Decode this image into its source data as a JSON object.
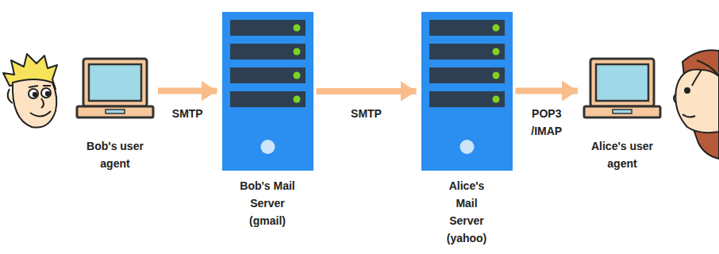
{
  "diagram": {
    "nodes": [
      {
        "text": [
          "Bob's user agent"
        ]
      },
      {
        "text": [
          "Bob's Mail Server (gmail)"
        ]
      },
      {
        "text": [
          "Alice's Mail Server (yahoo)"
        ]
      },
      {
        "text": [
          "Alice's user agent"
        ]
      }
    ],
    "edges": [
      {
        "from": 0,
        "to": 1,
        "arrow": "to",
        "label": "SMTP"
      },
      {
        "from": 1,
        "to": 2,
        "arrow": "to",
        "label": "SMTP"
      },
      {
        "from": 2,
        "to": 3,
        "arrow": "to",
        "label": "POP3 /IMAP"
      }
    ]
  }
}
